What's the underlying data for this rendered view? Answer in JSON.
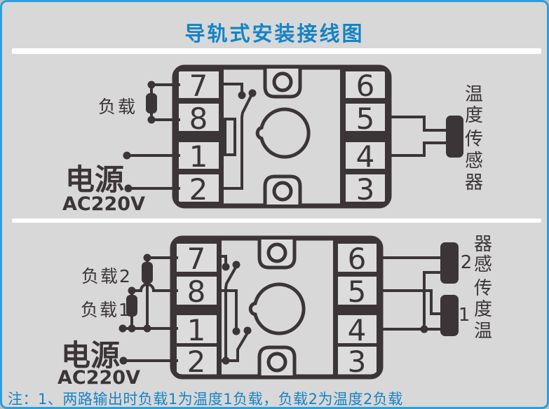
{
  "title": "导轨式安装接线图",
  "note": "注：1、两路输出时负载1为温度1负载，负载2为温度2负载",
  "colors": {
    "accent_blue": "#1583c6",
    "border_blue": "#2d9ed9",
    "ink_dark": "#3b3538",
    "background_gray": "#d8d8d8"
  },
  "top_diagram": {
    "left_terminals": [
      "7",
      "8",
      "1",
      "2"
    ],
    "right_terminals": [
      "6",
      "5",
      "4",
      "3"
    ],
    "load_label": "负载",
    "power_label": "电源",
    "power_voltage": "AC220V",
    "sensor_chars": [
      "温",
      "度",
      "传",
      "感",
      "器"
    ]
  },
  "bottom_diagram": {
    "left_terminals": [
      "7",
      "8",
      "1",
      "2"
    ],
    "right_terminals": [
      "6",
      "5",
      "4",
      "3"
    ],
    "load2_label": "负载2",
    "load1_label": "负载1",
    "power_label": "电源",
    "power_voltage": "AC220V",
    "sensor2_num": "2",
    "sensor1_num": "1",
    "sensor_chars": [
      "器",
      "感",
      "传",
      "度",
      "温"
    ]
  }
}
